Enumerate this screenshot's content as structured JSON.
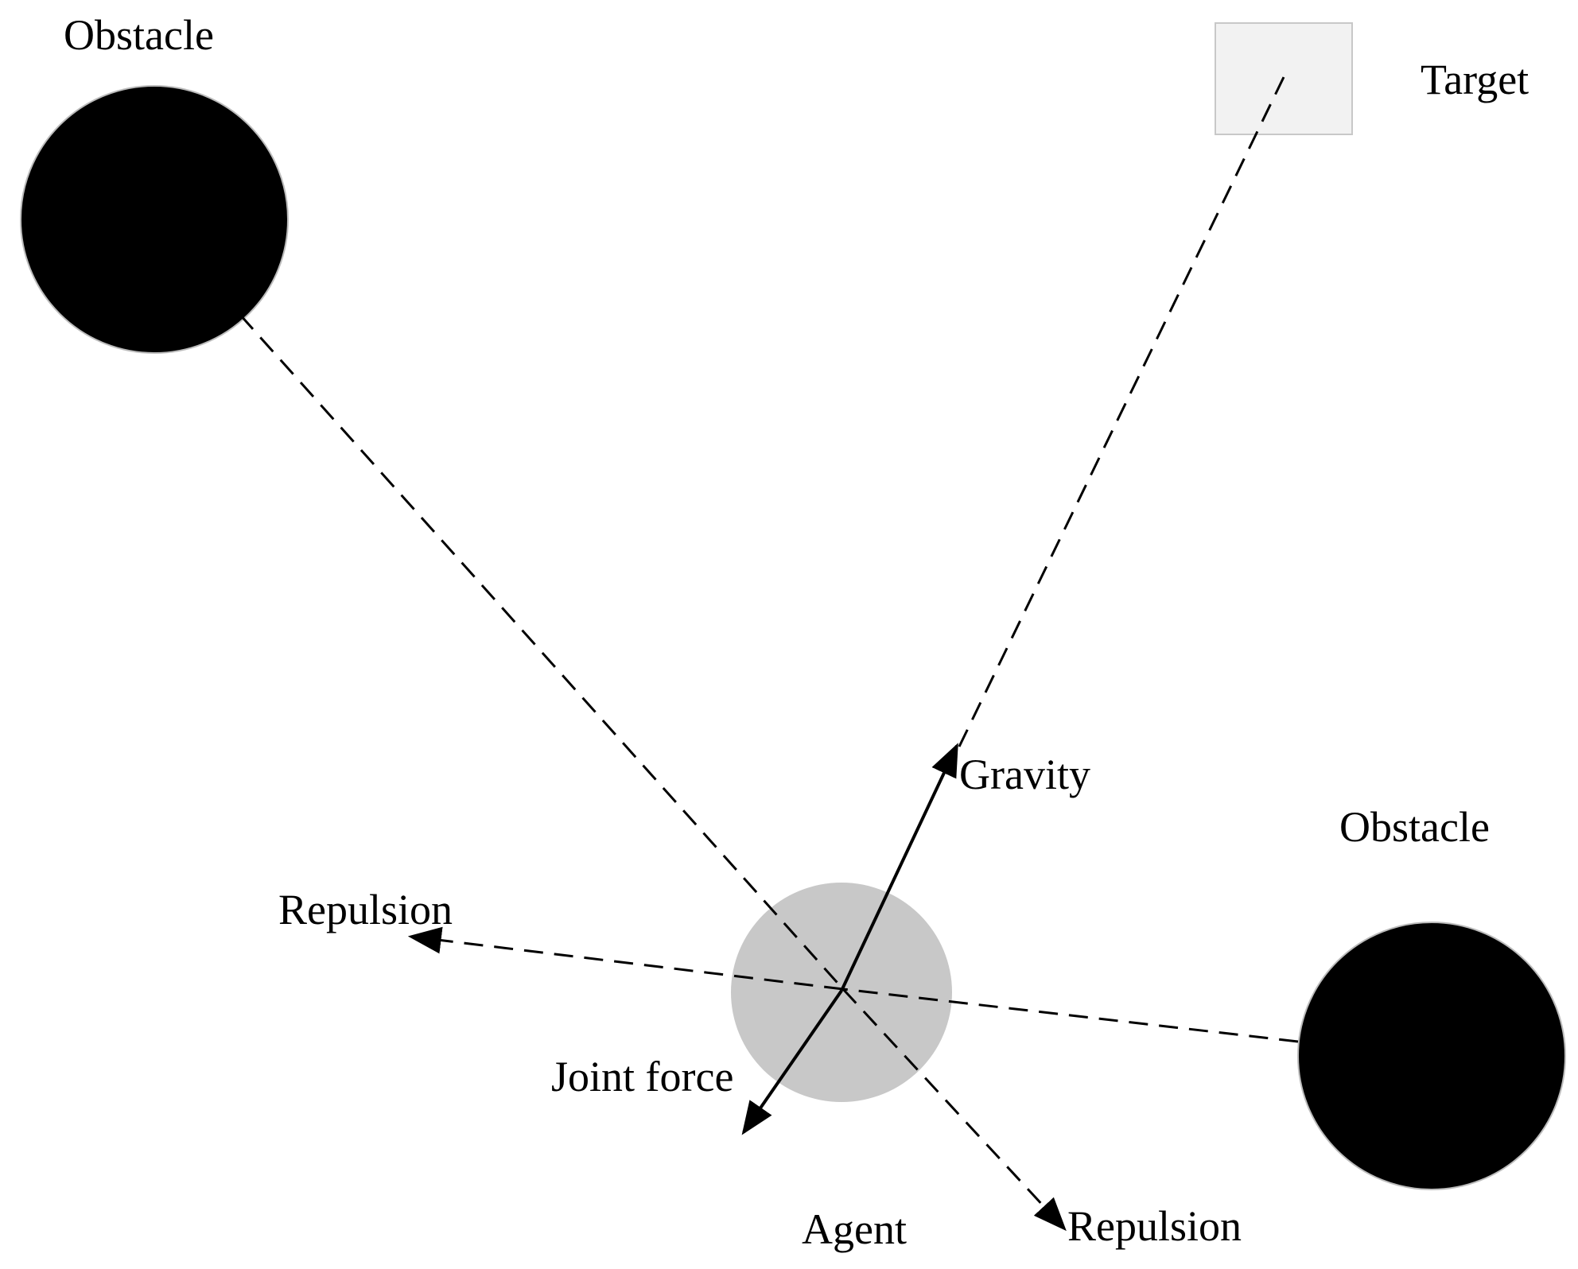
{
  "labels": {
    "obstacle_top_left": "Obstacle",
    "target": "Target",
    "gravity": "Gravity",
    "obstacle_right": "Obstacle",
    "repulsion_left": "Repulsion",
    "joint_force": "Joint force",
    "agent": "Agent",
    "repulsion_bottom": "Repulsion"
  },
  "colors": {
    "obstacle": "#000000",
    "agent": "#c8c8c8",
    "target_fill": "#f2f2f2",
    "target_border": "#c8c8c8",
    "line": "#000000"
  }
}
